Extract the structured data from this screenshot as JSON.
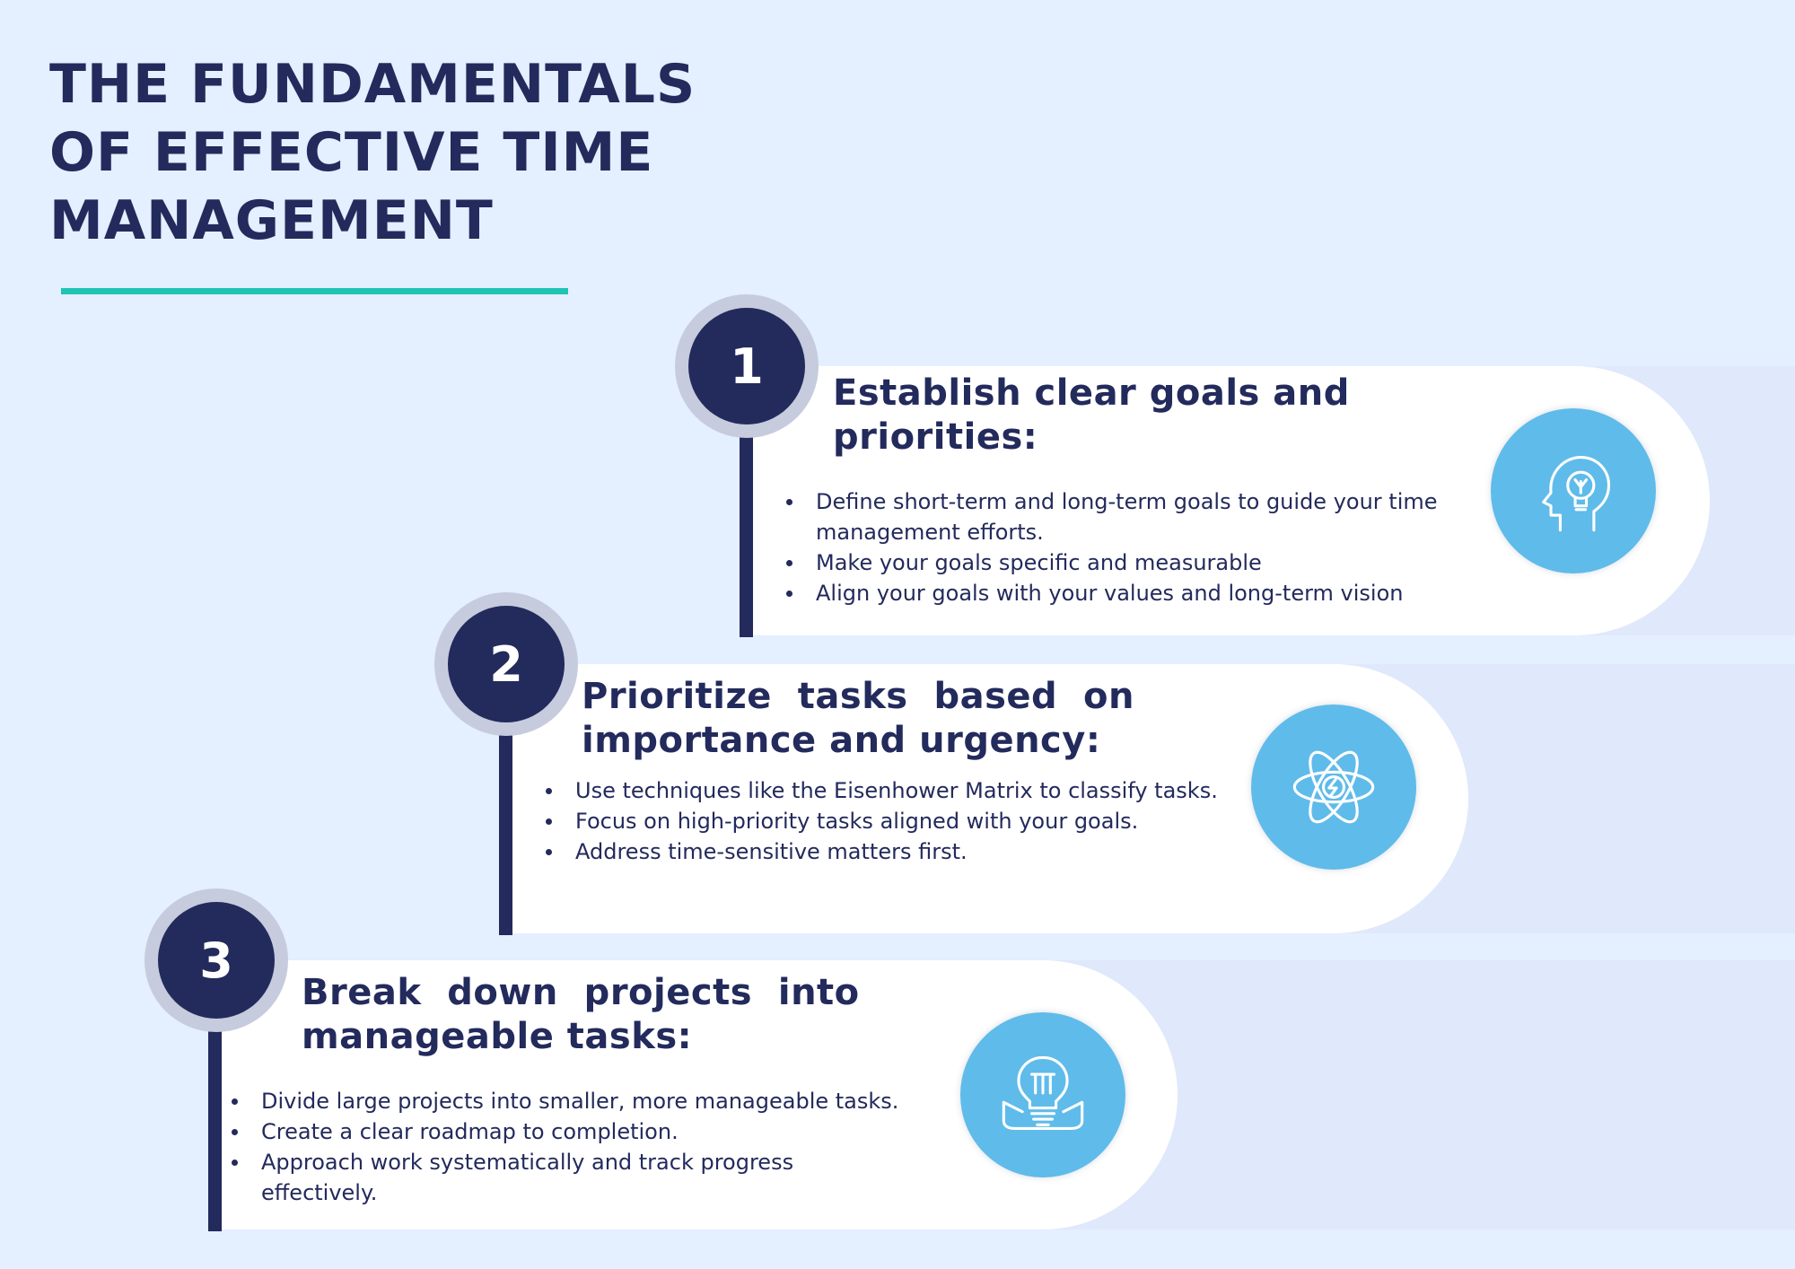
{
  "title": "THE FUNDAMENTALS\nOF EFFECTIVE TIME\nMANAGEMENT",
  "colors": {
    "background": "#e4efff",
    "navy": "#232a5c",
    "accent_line": "#1fc4b4",
    "icon_circle": "#5fbbea",
    "card": "#ffffff"
  },
  "steps": [
    {
      "number": "1",
      "heading": "Establish clear goals and\npriorities:",
      "icon": "head-lightbulb-icon",
      "bullets": [
        "Define short-term and long-term goals to guide your time management efforts.",
        "Make your goals specific and measurable",
        "Align your goals with your values and long-term vision"
      ]
    },
    {
      "number": "2",
      "heading": "Prioritize  tasks  based  on\nimportance and urgency:",
      "icon": "atom-lightning-icon",
      "bullets": [
        "Use techniques like the Eisenhower Matrix to classify tasks.",
        "Focus on high-priority tasks aligned with your goals.",
        "Address time-sensitive matters first."
      ]
    },
    {
      "number": "3",
      "heading": "Break  down  projects  into\nmanageable tasks:",
      "icon": "hand-lightbulb-icon",
      "bullets": [
        "Divide large projects into smaller, more manageable tasks.",
        "Create a clear roadmap to completion.",
        "Approach work systematically and track progress effectively."
      ]
    }
  ]
}
